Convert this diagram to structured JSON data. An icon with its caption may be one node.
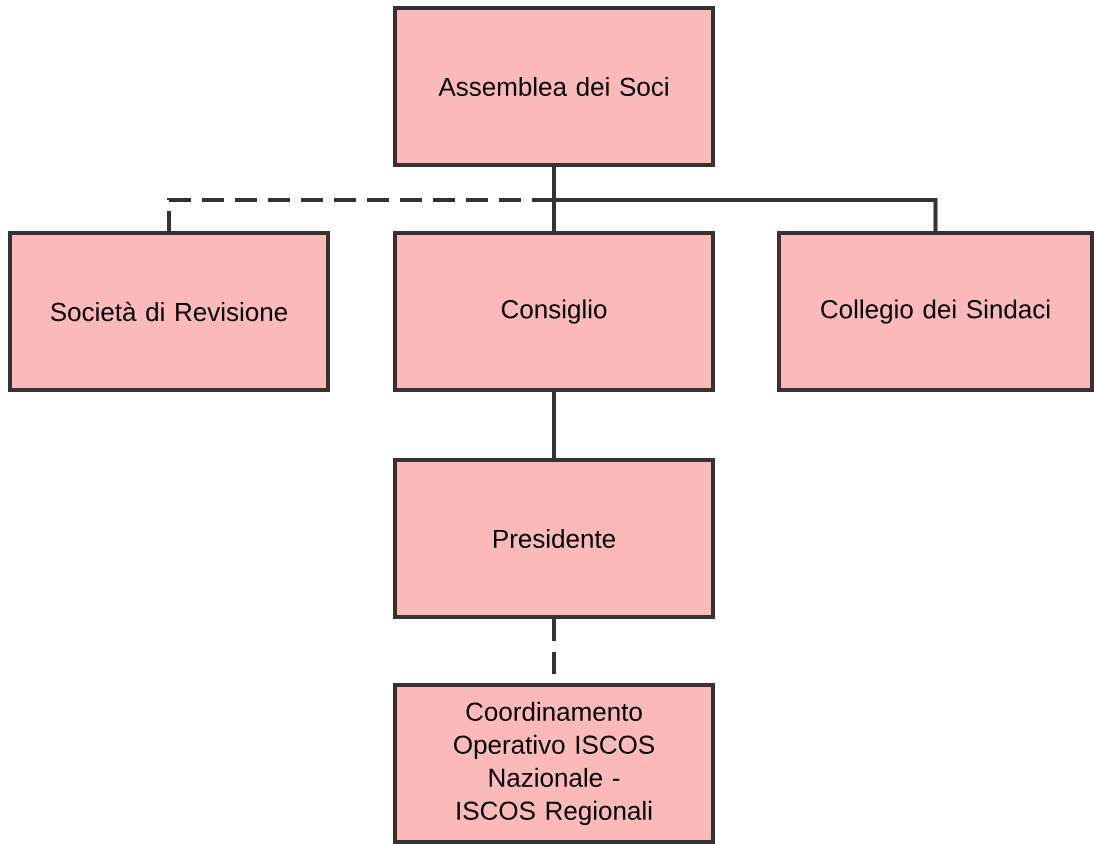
{
  "diagram": {
    "nodes": [
      {
        "text": [
          "Assemblea dei Soci"
        ]
      },
      {
        "text": [
          "Società di Revisione"
        ]
      },
      {
        "text": [
          "Consiglio"
        ]
      },
      {
        "text": [
          "Collegio dei Sindaci"
        ]
      },
      {
        "text": [
          "Presidente"
        ]
      },
      {
        "text": [
          "Coordinamento Operativo ISCOS Nazionale - ISCOS Regionali"
        ]
      }
    ],
    "edges": [
      {
        "from": 0,
        "to": 1,
        "arrow": "none",
        "style": "dashed"
      },
      {
        "from": 0,
        "to": 2,
        "arrow": "none"
      },
      {
        "from": 0,
        "to": 3,
        "arrow": "none"
      },
      {
        "from": 2,
        "to": 4,
        "arrow": "none"
      },
      {
        "from": 4,
        "to": 5,
        "arrow": "none",
        "style": "dashed"
      }
    ]
  }
}
